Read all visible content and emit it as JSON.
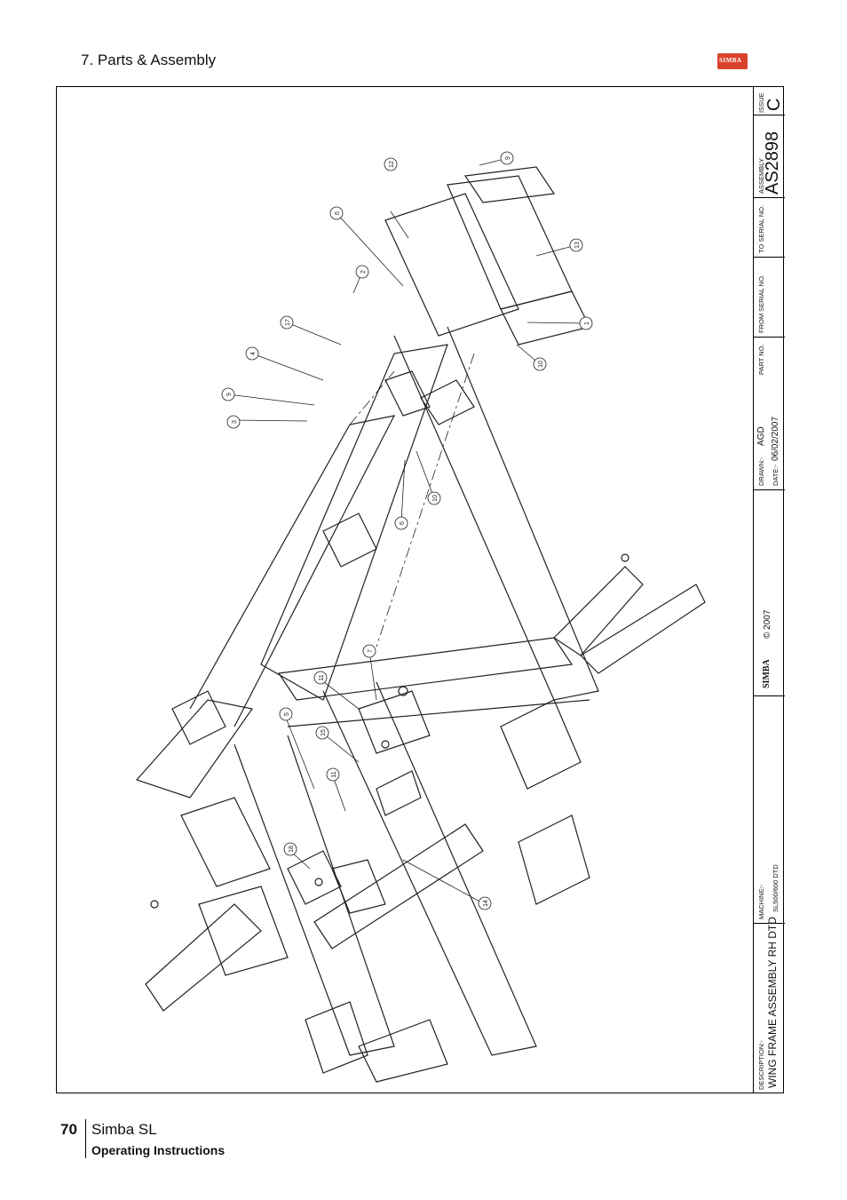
{
  "header": {
    "section_title": "7. Parts & Assembly",
    "logo_text": "SIMBA"
  },
  "title_block": {
    "description_label": "DESCRIPTION:-",
    "description": "WING FRAME ASSEMBLY RH DTD",
    "machine_label": "MACHINE:-",
    "machine": "SL500/600 DTD",
    "brand": "SIMBA",
    "copyright": "© 2007",
    "drawn_label": "DRAWN:-",
    "drawn": "AGD",
    "date_label": "DATE:-",
    "date": "06/02/2007",
    "part_no_label": "PART NO.",
    "from_serial_label": "FROM SERIAL NO.",
    "to_serial_label": "TO SERIAL NO.",
    "assembly_label": "ASSEMBLY",
    "assembly": "AS2898",
    "issue_label": "ISSUE",
    "issue": "C"
  },
  "callouts": [
    "1",
    "2",
    "3",
    "4",
    "5",
    "6",
    "6",
    "7",
    "8",
    "9",
    "10",
    "10",
    "11",
    "11",
    "12",
    "13",
    "14",
    "15",
    "17",
    "18"
  ],
  "footer": {
    "page_number": "70",
    "title": "Simba SL",
    "subtitle": "Operating Instructions"
  }
}
